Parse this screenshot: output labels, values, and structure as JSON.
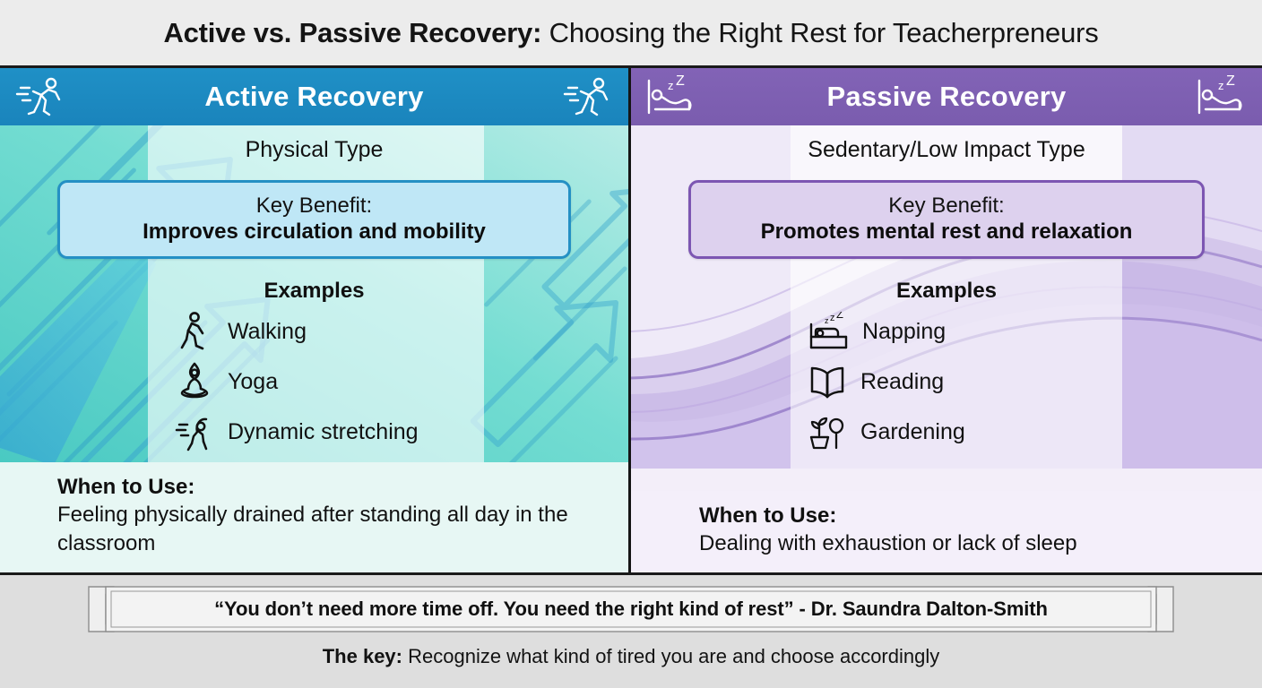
{
  "title": {
    "bold_part": "Active vs. Passive Recovery:",
    "rest_part": " Choosing the Right Rest for Teacherpreneurs"
  },
  "columns": [
    {
      "id": "active",
      "header": "Active Recovery",
      "header_icon": "running-person-icon",
      "accent": "#1a84bc",
      "subtype": "Physical Type",
      "benefit_label": "Key Benefit:",
      "benefit_value": "Improves circulation and mobility",
      "examples_title": "Examples",
      "examples": [
        {
          "label": "Walking",
          "icon": "walking-person-icon"
        },
        {
          "label": "Yoga",
          "icon": "yoga-meditation-icon"
        },
        {
          "label": "Dynamic stretching",
          "icon": "stretching-person-icon"
        }
      ],
      "when_label": "When to Use:",
      "when_text": "Feeling physically drained after standing all day in the classroom"
    },
    {
      "id": "passive",
      "header": "Passive Recovery",
      "header_icon": "reclining-person-sleeping-icon",
      "accent": "#7a5cae",
      "subtype": "Sedentary/Low Impact Type",
      "benefit_label": "Key Benefit:",
      "benefit_value": "Promotes mental rest and relaxation",
      "examples_title": "Examples",
      "examples": [
        {
          "label": "Napping",
          "icon": "bed-sleeping-icon"
        },
        {
          "label": "Reading",
          "icon": "open-book-icon"
        },
        {
          "label": "Gardening",
          "icon": "potted-plant-trowel-icon"
        }
      ],
      "when_label": "When to Use:",
      "when_text": "Dealing with exhaustion or lack of sleep"
    }
  ],
  "footer": {
    "quote": "“You don’t need more time off. You need the right kind of rest” - Dr. Saundra Dalton-Smith",
    "key_label": "The key:",
    "key_text": " Recognize what kind of tired you are and choose accordingly"
  }
}
